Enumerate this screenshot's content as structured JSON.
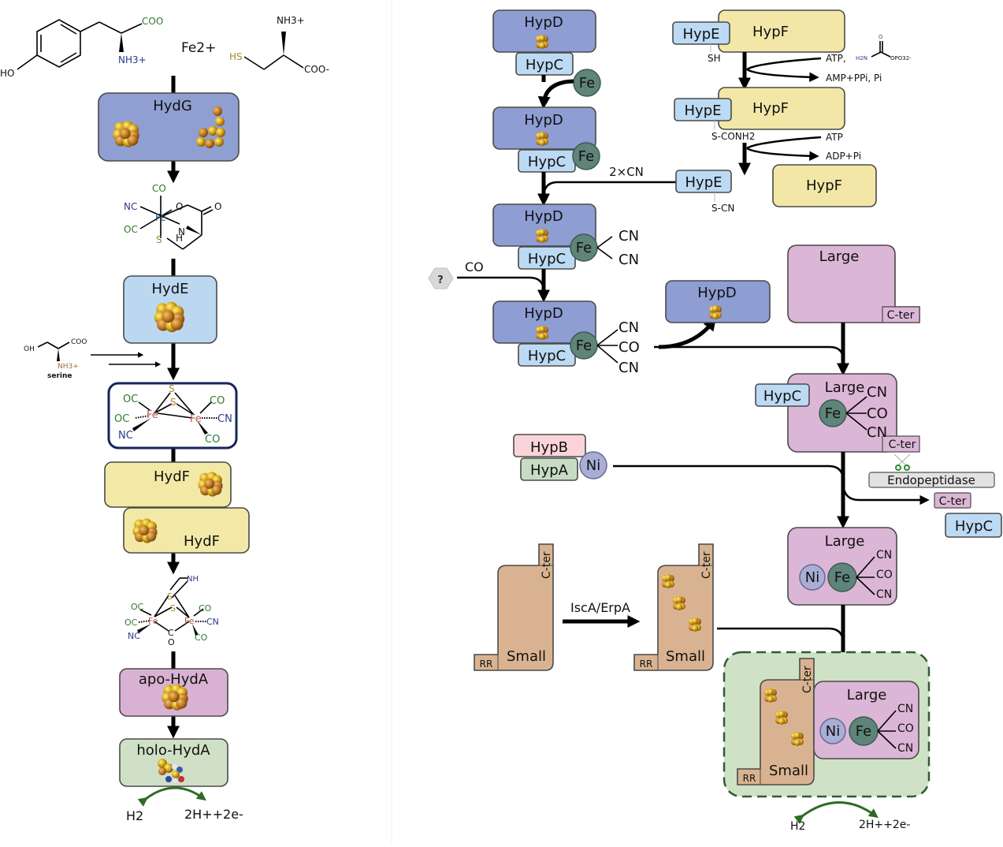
{
  "colors": {
    "hyd_g": "#8f9fd1",
    "hyd_e": "#bcd8f1",
    "hyd_f": "#f3e9a6",
    "apo": "#d9b2d3",
    "holo": "#cfe0c6",
    "large": "#dcb6d6",
    "small": "#d9b391",
    "hypd": "#8e9dd2",
    "hypc": "#bcdaf3",
    "hypf": "#f3e7a7",
    "hypb": "#fbd4da",
    "hypa": "#c8dcc3",
    "fe_atom": "#5f8479",
    "ni_atom": "#a8aed6",
    "endopeptidase": "#e2e2e2",
    "complex_bg": "#cfe2c5",
    "complex_border": "#2e5e33",
    "green_text": "#2d7a2d",
    "blue_text": "#2b3a8a",
    "sulfur": "#a58a2a",
    "iron": "#b35a4b",
    "cluster": "#d7a21f"
  },
  "left_panel": {
    "substrates": {
      "tyrosine": {
        "oh": "HO",
        "coo": "COO",
        "nh3": "NH3+"
      },
      "iron": "Fe2+",
      "cysteine": {
        "hs": "HS",
        "nh3": "NH3+",
        "coo": "COO-"
      }
    },
    "hydg": "HydG",
    "intermediate1": {
      "co": "CO",
      "nc": "NC",
      "oc": "OC",
      "fe": "Fe",
      "o1": "O",
      "o2": "O",
      "n": "N",
      "h": "H",
      "s": "S"
    },
    "hyde": "HydE",
    "serine": {
      "oh": "OH",
      "coo": "COO",
      "nh3": "NH3+",
      "name": "serine"
    },
    "cluster2fe": {
      "s1": "S",
      "s2": "S",
      "oc1": "OC",
      "oc2": "OC",
      "nc": "NC",
      "fe1": "Fe",
      "fe2": "Fe",
      "co1": "CO",
      "cn": "CN",
      "co2": "CO"
    },
    "hydf_top": "HydF",
    "hydf_bottom": "HydF",
    "cluster_adt": {
      "nh": "NH",
      "s1": "S",
      "s2": "S",
      "oc1": "OC",
      "oc2": "OC",
      "nc": "NC",
      "fe1": "Fe",
      "fe2": "Fe",
      "co1": "CO",
      "cn": "CN",
      "co2": "CO",
      "c": "C",
      "o": "O"
    },
    "apo_hyda": "apo-HydA",
    "holo_hyda": "holo-HydA",
    "h2": "H2",
    "protons": "2H++2e-"
  },
  "right_panel": {
    "hypd": "HypD",
    "hypc": "HypC",
    "hype": "HypE",
    "hypf": "HypF",
    "fe": "Fe",
    "ni": "Ni",
    "sh": "SH",
    "s_conh2": "S-CONH2",
    "s_cn": "S-CN",
    "atp_carbamoyl": "ATP,",
    "carbamoyl_phosphate": {
      "h2n": "H2N",
      "o": "O",
      "opo3": "OPO32-"
    },
    "amp_ppi": "AMP+PPi, Pi",
    "atp": "ATP",
    "adp_pi": "ADP+Pi",
    "two_cn": "2×CN",
    "cn": "CN",
    "co": "CO",
    "unknown_donor": "?",
    "large": "Large",
    "small": "Small",
    "c_ter": "C-ter",
    "rr": "RR",
    "hypb": "HypB",
    "hypa": "HypA",
    "endopeptidase": "Endopeptidase",
    "isca_erpa": "IscA/ErpA",
    "h2": "H2",
    "protons": "2H++2e-"
  }
}
